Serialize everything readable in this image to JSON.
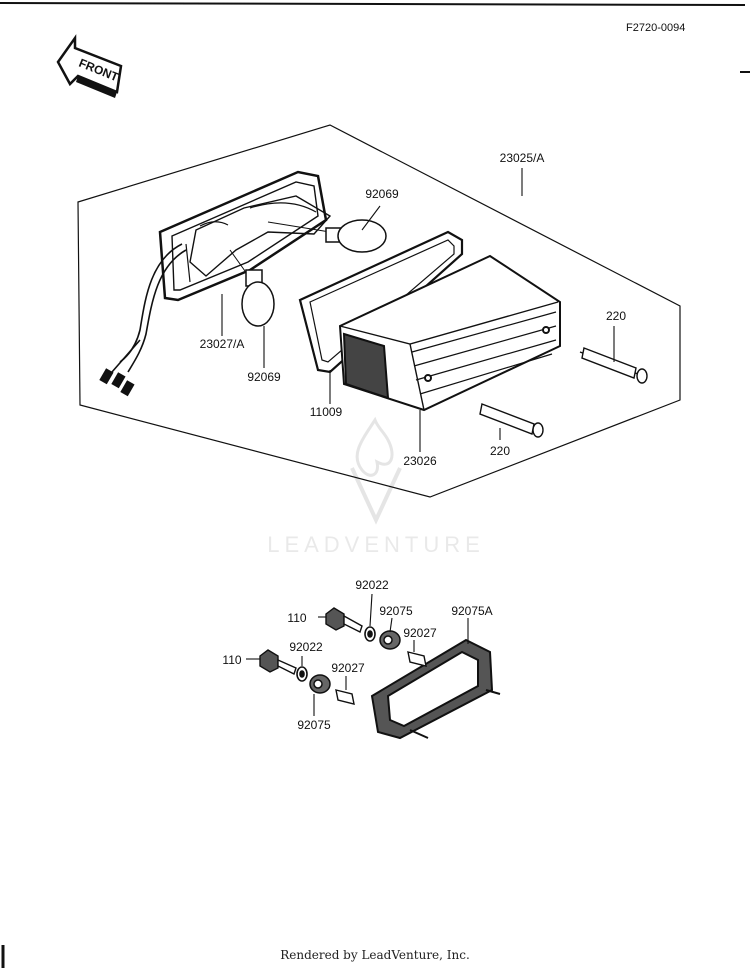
{
  "diagram": {
    "drawing_code": "F2720-0094",
    "front_label": "FRONT",
    "watermark": "LEADVENTURE",
    "footer": "Rendered by LeadVenture, Inc.",
    "callouts": {
      "assembly": "23025/A",
      "bulb_upper": "92069",
      "lens_housing": "23027/A",
      "bulb_lower": "92069",
      "gasket": "11009",
      "lamp_case": "23026",
      "screw_right": "220",
      "screw_lower": "220",
      "washer_upper": "92022",
      "bolt_upper": "110",
      "grommet_upper": "92075",
      "collar_upper": "92027",
      "bracket": "92075A",
      "washer_lower": "92022",
      "bolt_lower": "110",
      "collar_lower": "92027",
      "grommet_lower": "92075"
    }
  }
}
